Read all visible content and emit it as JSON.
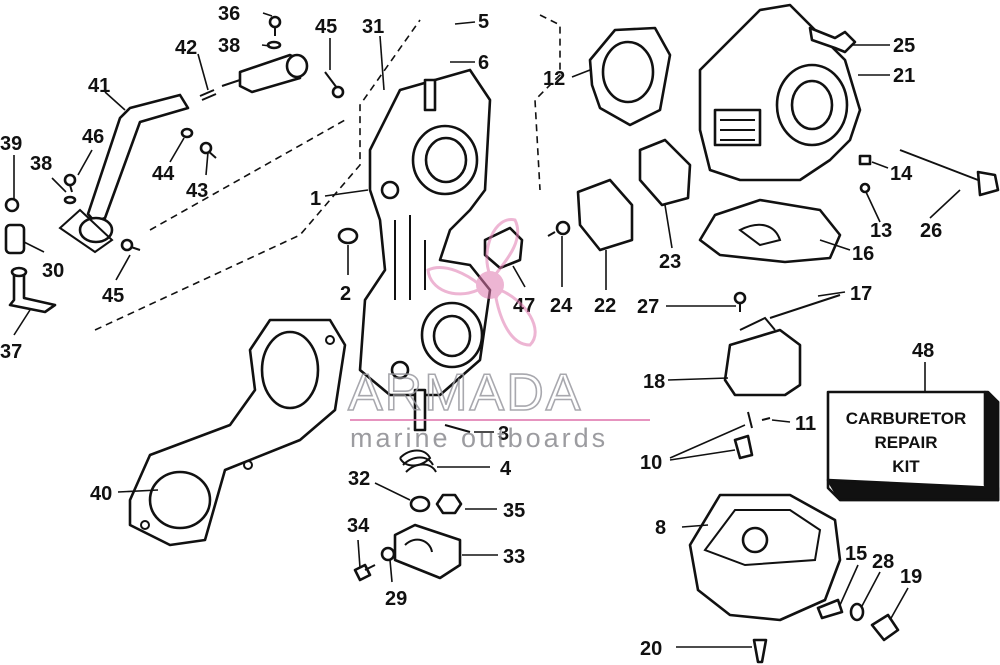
{
  "labels": [
    {
      "id": "36",
      "text": "36"
    },
    {
      "id": "42",
      "text": "42"
    },
    {
      "id": "38a",
      "text": "38"
    },
    {
      "id": "45a",
      "text": "45"
    },
    {
      "id": "31",
      "text": "31"
    },
    {
      "id": "5",
      "text": "5"
    },
    {
      "id": "6",
      "text": "6"
    },
    {
      "id": "12",
      "text": "12"
    },
    {
      "id": "25",
      "text": "25"
    },
    {
      "id": "21",
      "text": "21"
    },
    {
      "id": "41",
      "text": "41"
    },
    {
      "id": "39",
      "text": "39"
    },
    {
      "id": "46",
      "text": "46"
    },
    {
      "id": "38b",
      "text": "38"
    },
    {
      "id": "44",
      "text": "44"
    },
    {
      "id": "43",
      "text": "43"
    },
    {
      "id": "1",
      "text": "1"
    },
    {
      "id": "14",
      "text": "14"
    },
    {
      "id": "13",
      "text": "13"
    },
    {
      "id": "26",
      "text": "26"
    },
    {
      "id": "16",
      "text": "16"
    },
    {
      "id": "30",
      "text": "30"
    },
    {
      "id": "2",
      "text": "2"
    },
    {
      "id": "47",
      "text": "47"
    },
    {
      "id": "24",
      "text": "24"
    },
    {
      "id": "22",
      "text": "22"
    },
    {
      "id": "23",
      "text": "23"
    },
    {
      "id": "45b",
      "text": "45"
    },
    {
      "id": "37",
      "text": "37"
    },
    {
      "id": "27",
      "text": "27"
    },
    {
      "id": "17",
      "text": "17"
    },
    {
      "id": "48",
      "text": "48"
    },
    {
      "id": "18",
      "text": "18"
    },
    {
      "id": "11",
      "text": "11"
    },
    {
      "id": "3",
      "text": "3"
    },
    {
      "id": "10",
      "text": "10"
    },
    {
      "id": "4",
      "text": "4"
    },
    {
      "id": "40",
      "text": "40"
    },
    {
      "id": "32",
      "text": "32"
    },
    {
      "id": "35",
      "text": "35"
    },
    {
      "id": "8",
      "text": "8"
    },
    {
      "id": "34",
      "text": "34"
    },
    {
      "id": "33",
      "text": "33"
    },
    {
      "id": "29",
      "text": "29"
    },
    {
      "id": "15",
      "text": "15"
    },
    {
      "id": "28",
      "text": "28"
    },
    {
      "id": "19",
      "text": "19"
    },
    {
      "id": "20",
      "text": "20"
    }
  ],
  "kit_box": {
    "line1": "CARBURETOR",
    "line2": "REPAIR",
    "line3": "KIT"
  },
  "watermark": {
    "brand": "ARMADA",
    "tagline": "marine outboards",
    "accent_color": "#e07ab0"
  }
}
